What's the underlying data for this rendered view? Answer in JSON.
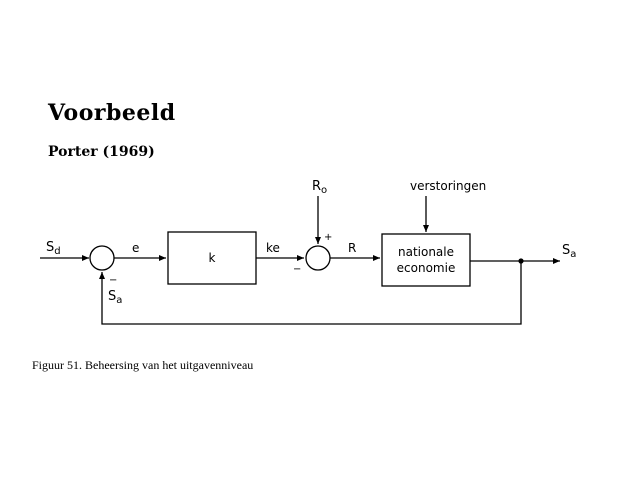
{
  "title": "Voorbeeld",
  "subtitle": "Porter  (1969)",
  "caption": "Figuur 51. Beheersing van het uitgavenniveau",
  "diagram": {
    "input_signal": "S",
    "input_subscript": "d",
    "error_signal": "e",
    "gain_block": "k",
    "gain_output": "ke",
    "reference": "R",
    "reference_subscript": "o",
    "controller_output": "R",
    "plant_line1": "nationale",
    "plant_line2": "economie",
    "disturbance": "verstoringen",
    "output_signal": "S",
    "output_subscript": "a",
    "feedback_signal": "S",
    "feedback_subscript": "a",
    "sign_minus_1": "−",
    "sign_minus_2": "−",
    "sign_plus": "+"
  }
}
